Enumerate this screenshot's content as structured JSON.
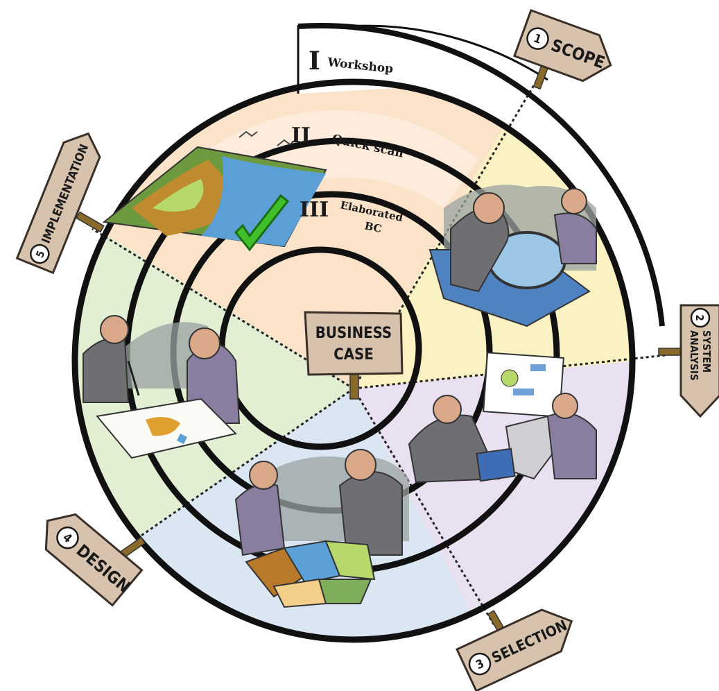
{
  "center": {
    "line1": "BUSINESS",
    "line2": "CASE"
  },
  "rings": [
    {
      "numeral": "I",
      "label": "Workshop"
    },
    {
      "numeral": "II",
      "label": "Quick scan"
    },
    {
      "numeral": "III",
      "label_line1": "Elaborated",
      "label_line2": "BC"
    }
  ],
  "phases": [
    {
      "number": "1",
      "label": "SCOPE",
      "color": "#fbf2c4"
    },
    {
      "number": "2",
      "label_line1": "SYSTEM",
      "label_line2": "ANALYSIS",
      "color": "#e9e1f2"
    },
    {
      "number": "3",
      "label": "SELECTION",
      "color": "#dbe6f3"
    },
    {
      "number": "4",
      "label": "DESIGN",
      "color": "#dbe6f3"
    },
    {
      "number": "5",
      "label": "IMPLEMENTATION",
      "color": "#e2efd3"
    }
  ],
  "colors": {
    "sign_fill": "#d7c2ad",
    "sign_stroke": "#3a3028",
    "post": "#8a6a2a",
    "ring": "#111111",
    "peach": "#fae3c8",
    "green": "#e2efd3"
  }
}
